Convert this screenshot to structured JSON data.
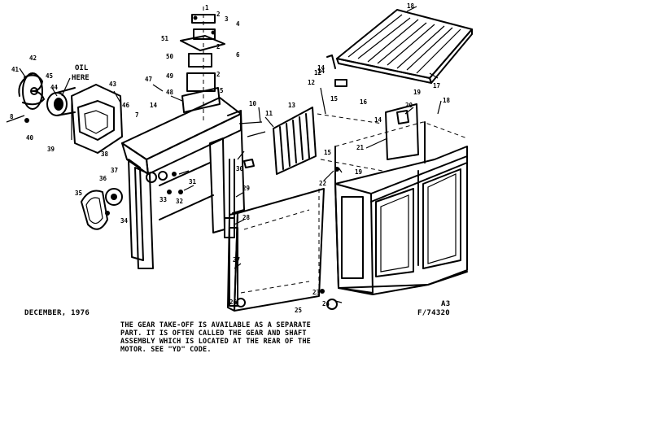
{
  "date_label": "DECEMBER, 1976",
  "ref_code": "A3",
  "ref_number": "F/74320",
  "oil_label_line1": "OIL",
  "oil_label_line2": "HERE",
  "note_lines": [
    "THE GEAR TAKE-OFF IS AVAILABLE AS A SEPARATE",
    "PART.  IT IS OFTEN CALLED THE GEAR AND SHAFT",
    "ASSEMBLY WHICH IS LOCATED AT THE REAR OF THE",
    "MOTOR.  SEE \"YD\" CODE."
  ],
  "callouts": [
    "1",
    "2",
    "3",
    "4",
    "51",
    "50",
    "2",
    "6",
    "49",
    "2",
    "5",
    "48",
    "47",
    "14",
    "7",
    "46",
    "43",
    "41",
    "42",
    "44",
    "45",
    "8",
    "40",
    "39",
    "38",
    "37",
    "36",
    "35",
    "34",
    "33",
    "32",
    "31",
    "30",
    "29",
    "28",
    "27",
    "26",
    "11",
    "10",
    "12",
    "13",
    "12",
    "14",
    "15",
    "16",
    "17",
    "18",
    "19",
    "20",
    "21",
    "22",
    "23",
    "24",
    "25",
    "14",
    "19",
    "14",
    "15",
    "18"
  ]
}
